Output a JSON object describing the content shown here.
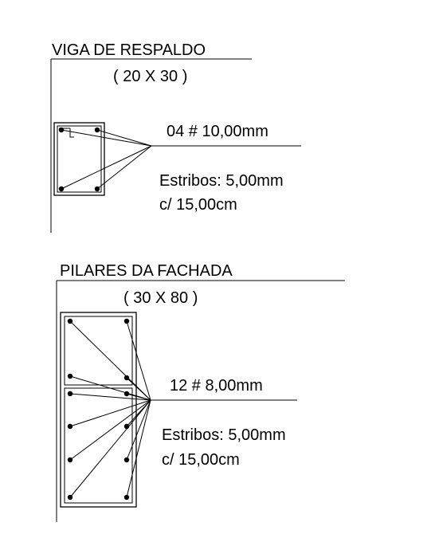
{
  "sections": [
    {
      "title": "VIGA DE RESPALDO",
      "dimensions": "( 20 X 30 )",
      "rebar": "04 # 10,00mm",
      "stirrups_line1": "Estribos: 5,00mm",
      "stirrups_line2": "c/ 15,00cm"
    },
    {
      "title": "PILARES DA FACHADA",
      "dimensions": "( 30 X 80 )",
      "rebar": "12 # 8,00mm",
      "stirrups_line1": "Estribos: 5,00mm",
      "stirrups_line2": "c/ 15,00cm"
    }
  ],
  "colors": {
    "ink": "#000000",
    "background": "#ffffff"
  }
}
